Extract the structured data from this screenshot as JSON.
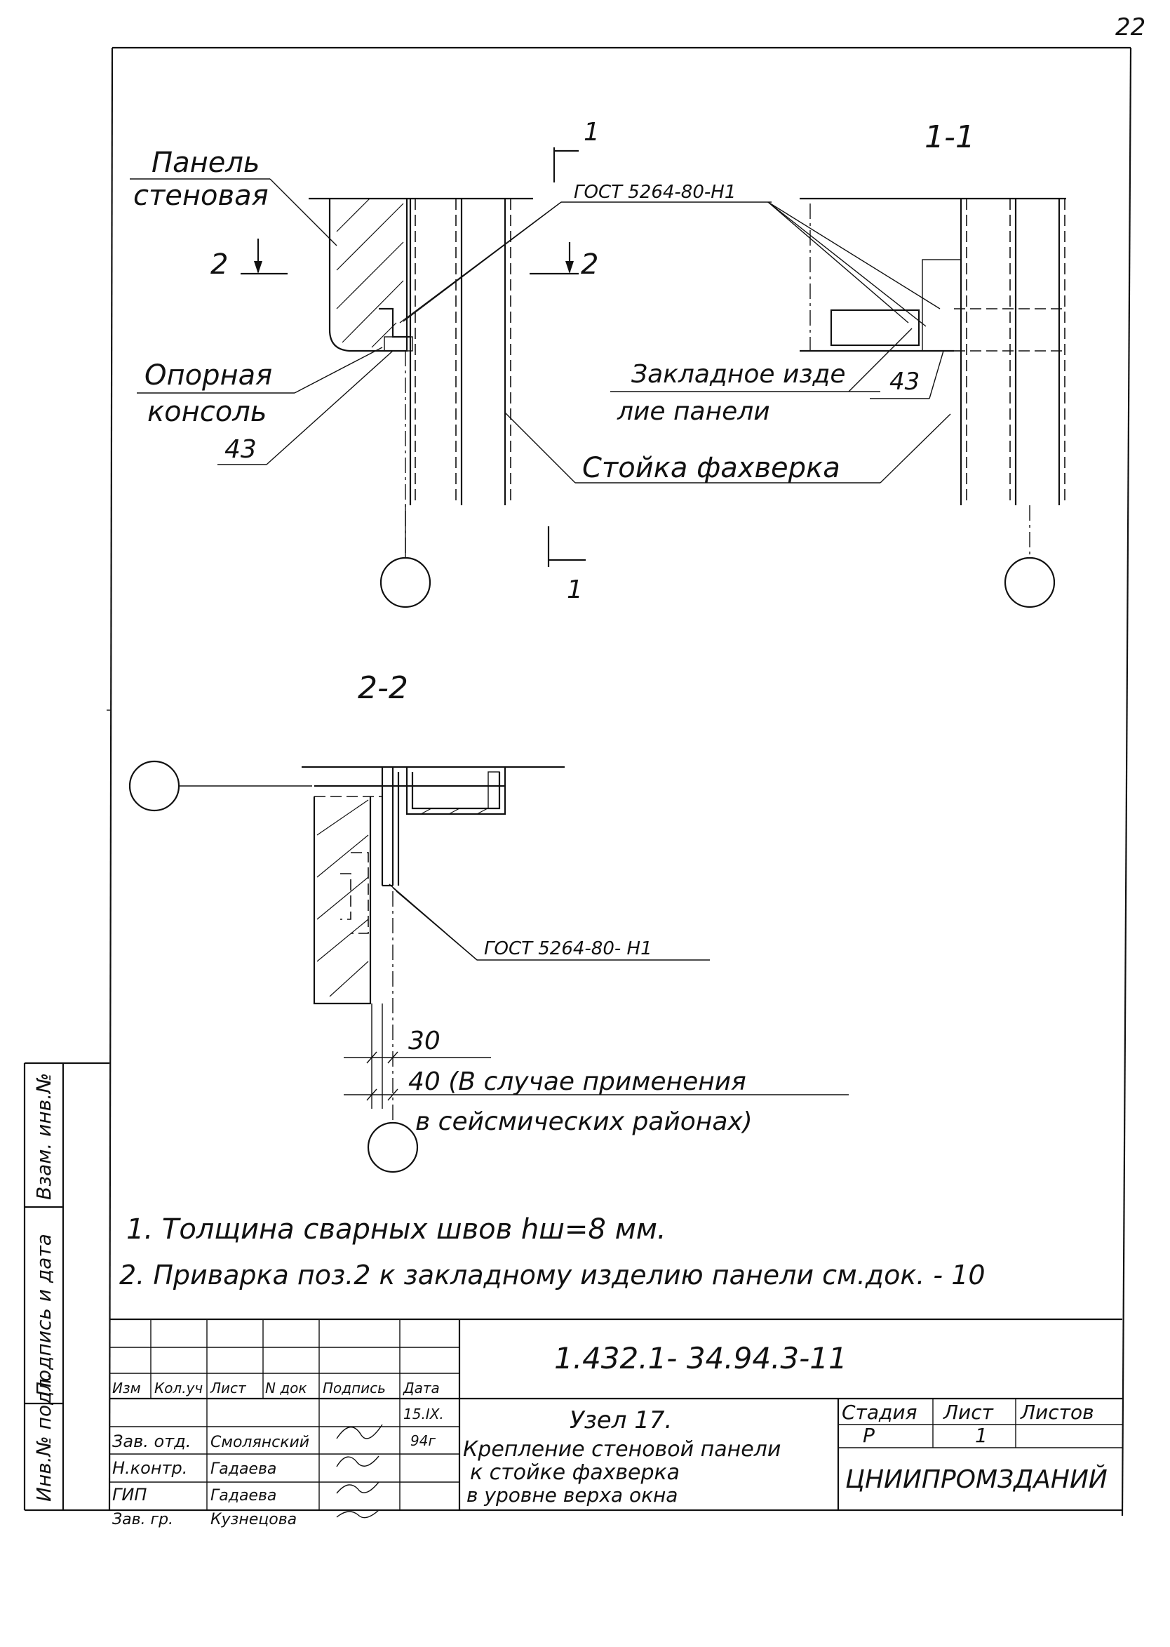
{
  "page_number": "22",
  "sections": {
    "s11": "1-1",
    "s22": "2-2",
    "cut_mark_1": "1",
    "cut_mark_2": "2"
  },
  "labels": {
    "panel_line1": "Панель",
    "panel_line2": "стеновая",
    "support_line1": "Опорная",
    "support_line2": "консоль",
    "support_num": "43",
    "weld_top": "ГОСТ 5264-80-Н1",
    "embedded_line1": "Закладное изде",
    "embedded_line2": "лие панели",
    "embedded_num": "43",
    "post": "Стойка фахверка",
    "weld_bottom": "ГОСТ 5264-80- Н1",
    "dim_30": "30",
    "dim_40": "40 (В случае применения",
    "dim_40_line2": "в сейсмических районах)"
  },
  "notes": [
    "1. Толщина сварных швов hш=8 мм.",
    "2. Приварка поз.2 к закладному изделию панели см.док. - 10"
  ],
  "side_stamp": [
    "Инв.№ подл.",
    "Подпись и дата",
    "Взам. инв.№"
  ],
  "title_block": {
    "doc_code": "1.432.1- 34.94.3-11",
    "headers": [
      "Изм",
      "Кол.уч",
      "Лист",
      "N док",
      "Подпись",
      "Дата"
    ],
    "date_top": "15.IX.",
    "date_bottom": "94г",
    "rows": [
      {
        "role": "Зав. отд.",
        "name": "Смолянский"
      },
      {
        "role": "Н.контр.",
        "name": "Гадаева"
      },
      {
        "role": "ГИП",
        "name": "Гадаева"
      },
      {
        "role": "Зав. гр.",
        "name": "Кузнецова"
      }
    ],
    "title_line1": "Узел 17.",
    "title_line2": "Крепление стеновой панели",
    "title_line3": "к стойке фахверка",
    "title_line4": "в уровне верха окна",
    "stage_header": "Стадия",
    "sheet_header": "Лист",
    "sheets_header": "Листов",
    "stage_value": "Р",
    "sheet_value": "1",
    "organization": "ЦНИИПРОМЗДАНИЙ"
  }
}
